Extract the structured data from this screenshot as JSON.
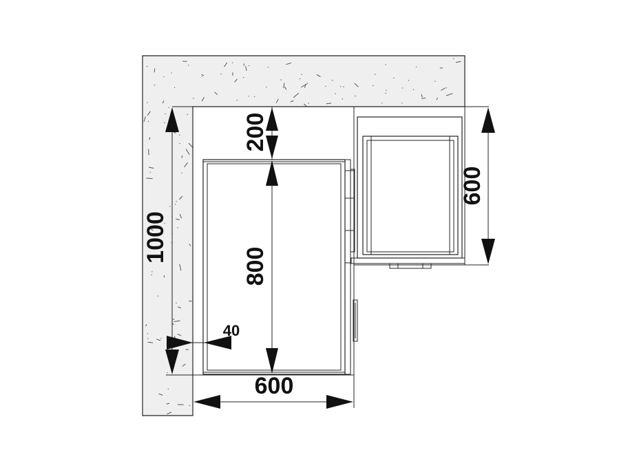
{
  "drawing": {
    "dimensions": {
      "wall_height": "1000",
      "top_gap": "200",
      "cabinet_depth": "800",
      "side_gap": "40",
      "cabinet_width": "600",
      "side_unit_depth": "600"
    },
    "colors": {
      "wall_fill": "#efefef",
      "line": "#222222",
      "speck": "#555555",
      "background": "#ffffff"
    }
  }
}
